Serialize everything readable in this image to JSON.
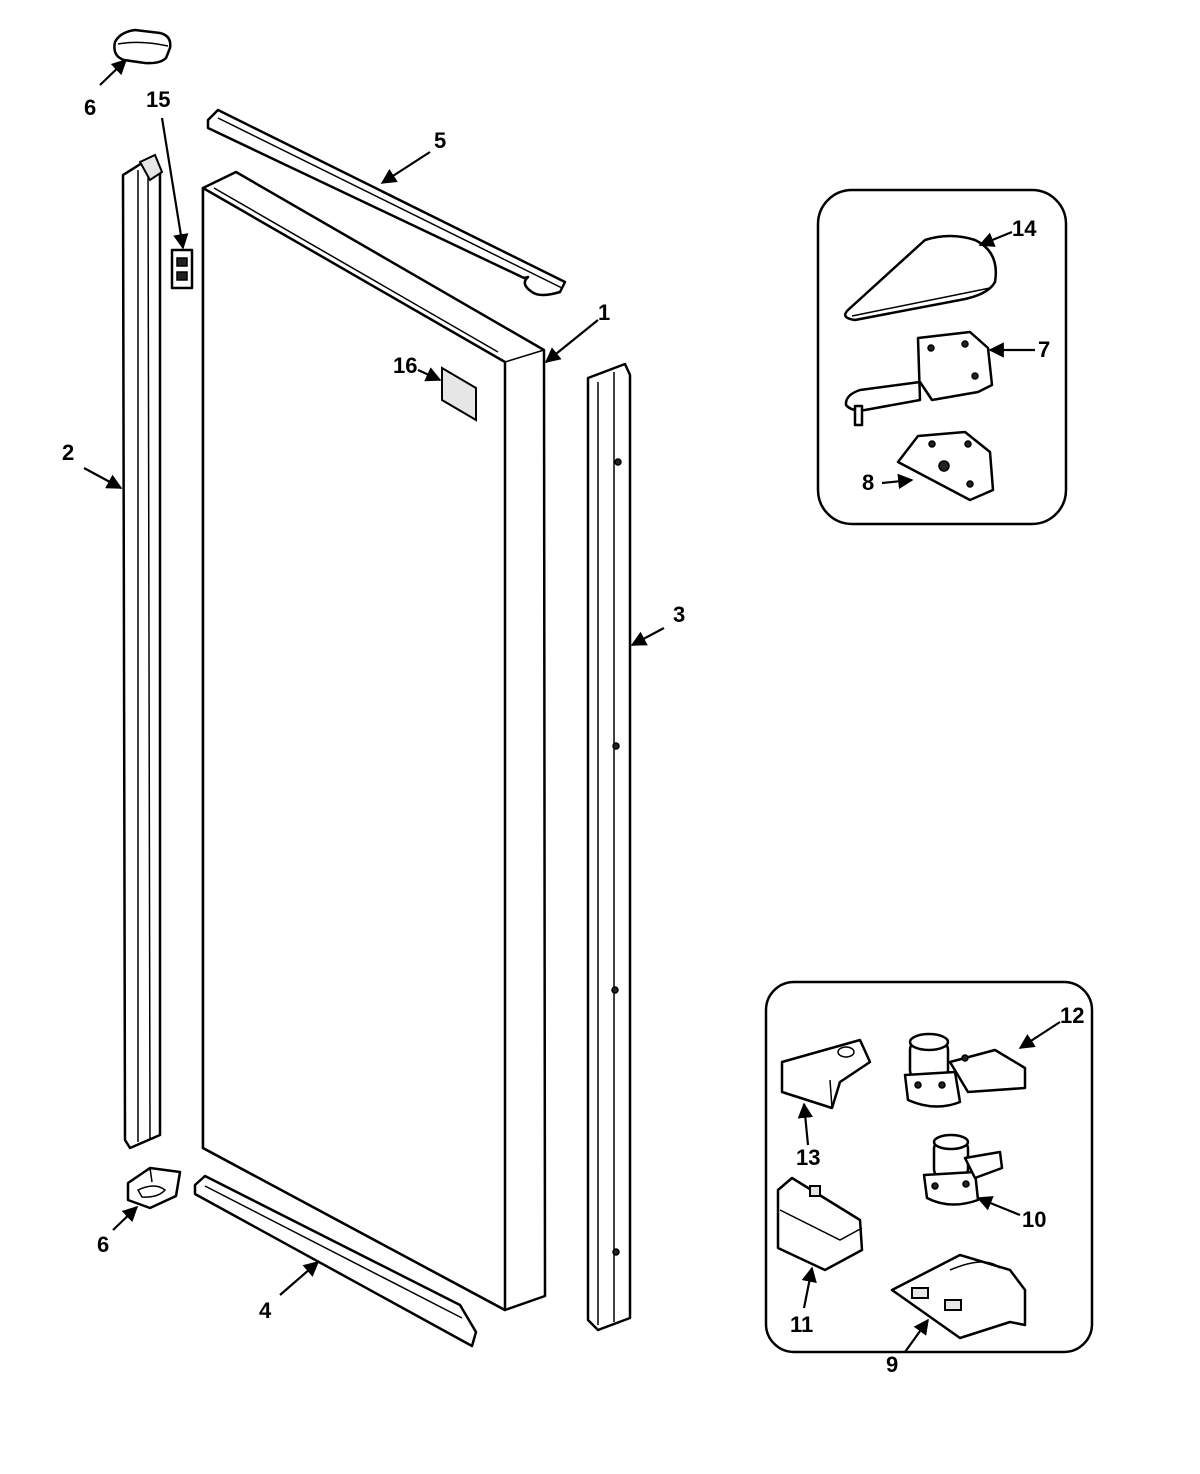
{
  "callouts": {
    "c1": "1",
    "c2": "2",
    "c3": "3",
    "c4": "4",
    "c5": "5",
    "c6a": "6",
    "c6b": "6",
    "c7": "7",
    "c8": "8",
    "c9": "9",
    "c10": "10",
    "c11": "11",
    "c12": "12",
    "c13": "13",
    "c14": "14",
    "c15": "15",
    "c16": "16"
  }
}
